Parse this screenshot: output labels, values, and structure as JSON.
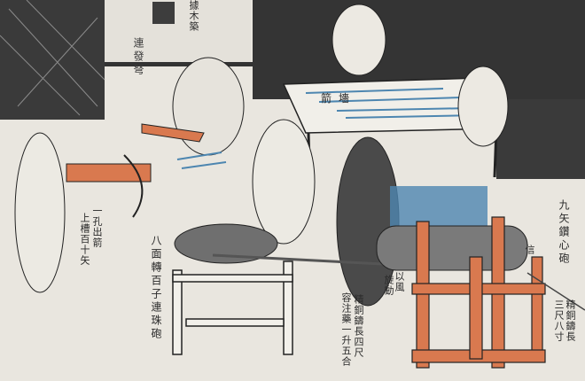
{
  "illustration": {
    "colors": {
      "paper": "#e9e6df",
      "ink": "#2a2a2a",
      "wood": "#d9794f",
      "steel": "#6f6f6f",
      "arrow_blue": "#4d86b0"
    },
    "labels": {
      "wooden_fort": "據木築",
      "repeating_crossbow": "連發弩",
      "crossbow_note_1": "一孔出箭",
      "crossbow_note_2": "上槽百十矢",
      "hundred_ball_cannon": "八面轉百子連珠砲",
      "arrow_wall": "箭墻",
      "wind_note_1": "以風",
      "wind_note_2": "旋動",
      "cannon_note_1": "精銅鑄長四尺",
      "cannon_note_2": "容注藥一升五合",
      "nine_arrow_cannon": "九矢鑽心砲",
      "fuse": "信",
      "nine_arrow_note_1": "精銅鑄長",
      "nine_arrow_note_2": "三尺八寸"
    }
  }
}
